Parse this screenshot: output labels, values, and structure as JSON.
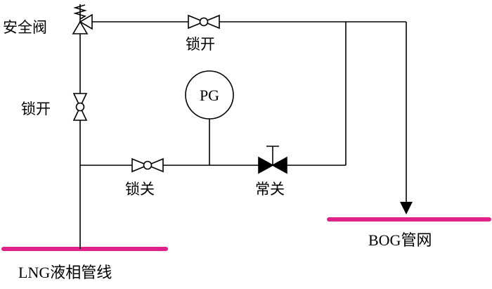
{
  "colors": {
    "line": "#000000",
    "header": "#e0218a",
    "background": "#ffffff"
  },
  "labels": {
    "safety_valve": "安全阀",
    "top_valve": "锁开",
    "left_valve": "锁开",
    "pressure_gauge": "PG",
    "bottom_valve": "锁关",
    "globe_valve": "常关",
    "bog_header": "BOG管网",
    "lng_header": "LNG液相管线"
  }
}
